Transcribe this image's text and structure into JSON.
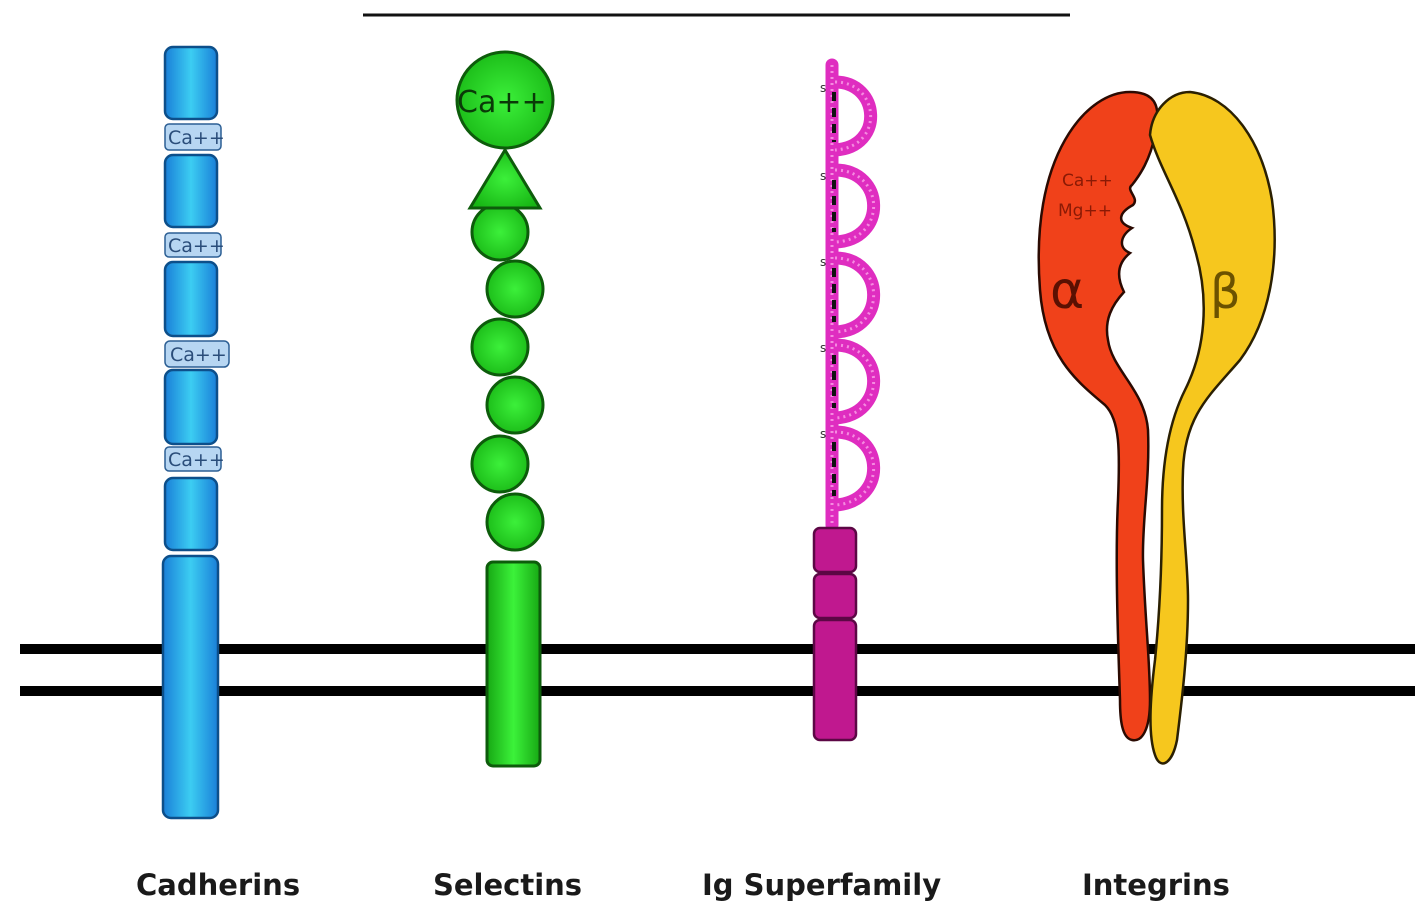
{
  "families": [
    {
      "id": "cadherins",
      "label": "Cadherins"
    },
    {
      "id": "selectins",
      "label": "Selectins"
    },
    {
      "id": "ig-superfamily",
      "label": "Ig Superfamily"
    },
    {
      "id": "integrins",
      "label": "Integrins"
    }
  ],
  "cadherin_ion_labels": [
    "Ca++",
    "Ca++",
    "Ca++",
    "Ca++"
  ],
  "selectin_ion_label": "Ca++",
  "integrin": {
    "ion_labels": [
      "Ca++",
      "Mg++"
    ],
    "alpha_label": "α",
    "beta_label": "β"
  },
  "ig_disulfide_labels": [
    "s",
    "s",
    "s",
    "s",
    "s"
  ],
  "colors": {
    "cadherin": "#1e8fe6",
    "cadherin_light": "#35c4ef",
    "selectin": "#22c91e",
    "selectin_dark": "#128f10",
    "ig": "#c0188f",
    "ig_loop": "#df2dc0",
    "integrin_alpha": "#f0411a",
    "integrin_beta": "#f6c71e",
    "membrane": "#000000"
  }
}
